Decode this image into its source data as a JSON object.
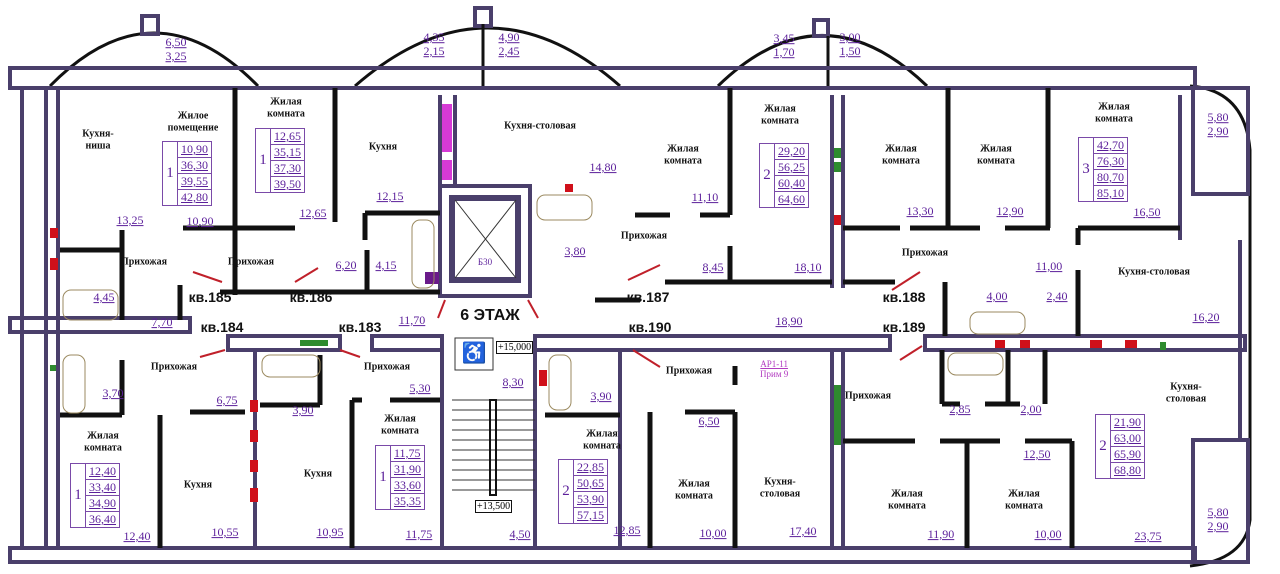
{
  "floor_label": "6 ЭТАЖ",
  "apartments": [
    "кв.185",
    "кв.186",
    "кв.184",
    "кв.183",
    "кв.187",
    "кв.190",
    "кв.188",
    "кв.189"
  ],
  "rooms": [
    "Кухня-\nниша",
    "Жилое\nпомещение",
    "Жилая\nкомната",
    "Кухня",
    "Кухня-столовая",
    "Жилая\nкомната",
    "Жилая\nкомната",
    "Жилая\nкомната",
    "Жилая\nкомната",
    "Жилая\nкомната",
    "Прихожая",
    "Прихожая",
    "Прихожая",
    "Прихожая",
    "Кухня-столовая",
    "Прихожая",
    "Прихожая",
    "Прихожая",
    "Прихожая",
    "Кухня-\nстоловая",
    "Жилая\nкомната",
    "Кухня",
    "Кухня",
    "Жилая\nкомната",
    "Жилая\nкомната",
    "Жилая\nкомната",
    "Кухня-\nстоловая",
    "Жилая\nкомната",
    "Жилая\nкомната"
  ],
  "areas": [
    "13,25",
    "10,90",
    "12,65",
    "12,15",
    "14,80",
    "11,10",
    "18,10",
    "8,45",
    "13,30",
    "12,90",
    "16,50",
    "6,20",
    "4,15",
    "3,80",
    "4,45",
    "7,70",
    "11,70",
    "11,00",
    "4,00",
    "2,40",
    "18,90",
    "16,20",
    "3,70",
    "6,75",
    "3,90",
    "5,30",
    "8,30",
    "3,90",
    "6,50",
    "2,85",
    "2,00",
    "12,50",
    "12,40",
    "10,55",
    "10,95",
    "11,75",
    "4,50",
    "12,85",
    "10,00",
    "17,40",
    "11,90",
    "10,00",
    "23,75"
  ],
  "tables": [
    {
      "rooms": "1",
      "values": [
        "10,90",
        "36,30",
        "39,55",
        "42,80"
      ]
    },
    {
      "rooms": "1",
      "values": [
        "12,65",
        "35,15",
        "37,30",
        "39,50"
      ]
    },
    {
      "rooms": "2",
      "values": [
        "29,20",
        "56,25",
        "60,40",
        "64,60"
      ]
    },
    {
      "rooms": "3",
      "values": [
        "42,70",
        "76,30",
        "80,70",
        "85,10"
      ]
    },
    {
      "rooms": "1",
      "values": [
        "12,40",
        "33,40",
        "34,90",
        "36,40"
      ]
    },
    {
      "rooms": "1",
      "values": [
        "11,75",
        "31,90",
        "33,60",
        "35,35"
      ]
    },
    {
      "rooms": "2",
      "values": [
        "22,85",
        "50,65",
        "53,90",
        "57,15"
      ]
    },
    {
      "rooms": "2",
      "values": [
        "21,90",
        "63,00",
        "65,90",
        "68,80"
      ]
    }
  ],
  "balconies": [
    {
      "area": "6,50",
      "reduced": "3,25"
    },
    {
      "area": "4,35",
      "reduced": "2,15"
    },
    {
      "area": "4,90",
      "reduced": "2,45"
    },
    {
      "area": "3,45",
      "reduced": "1,70"
    },
    {
      "area": "3,00",
      "reduced": "1,50"
    },
    {
      "area": "5,80",
      "reduced": "2,90"
    },
    {
      "area": "5,80",
      "reduced": "2,90"
    }
  ],
  "marks": {
    "elev_top": "+15,000",
    "elev_bottom": "+13,500",
    "lift": "Б30",
    "note_line1": "АР1-11",
    "note_line2": "Прим 9"
  },
  "colors": {
    "wall": "#4a3f6b",
    "partition": "#111111",
    "area_text": "#5b1f9a",
    "riser_red": "#d0101a",
    "riser_green": "#2e8b2e",
    "door_red": "#c0202a",
    "lift_magenta": "#d63ad6"
  }
}
